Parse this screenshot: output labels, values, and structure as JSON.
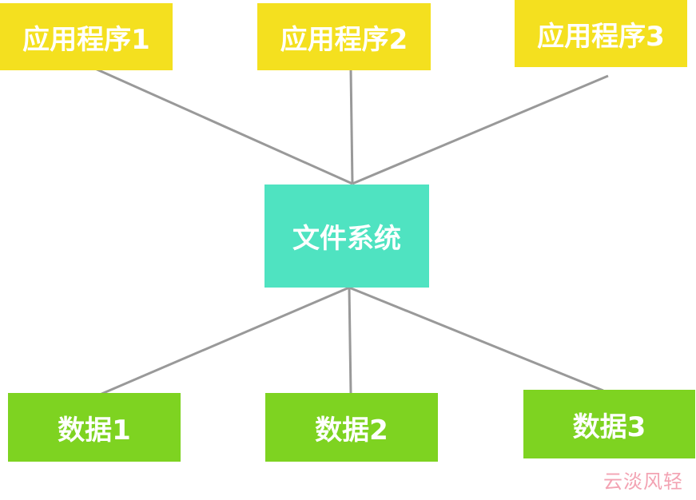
{
  "diagram": {
    "applications": [
      {
        "label": "应用程序1"
      },
      {
        "label": "应用程序2"
      },
      {
        "label": "应用程序3"
      }
    ],
    "file_system": {
      "label": "文件系统"
    },
    "data_stores": [
      {
        "label": "数据1"
      },
      {
        "label": "数据2"
      },
      {
        "label": "数据3"
      }
    ],
    "colors": {
      "application": "#f4e01f",
      "file_system": "#4fe3c1",
      "data_store": "#7ed321",
      "connector": "#999999",
      "watermark": "#f3a3b3"
    }
  },
  "watermark": {
    "text": "云淡风轻"
  }
}
